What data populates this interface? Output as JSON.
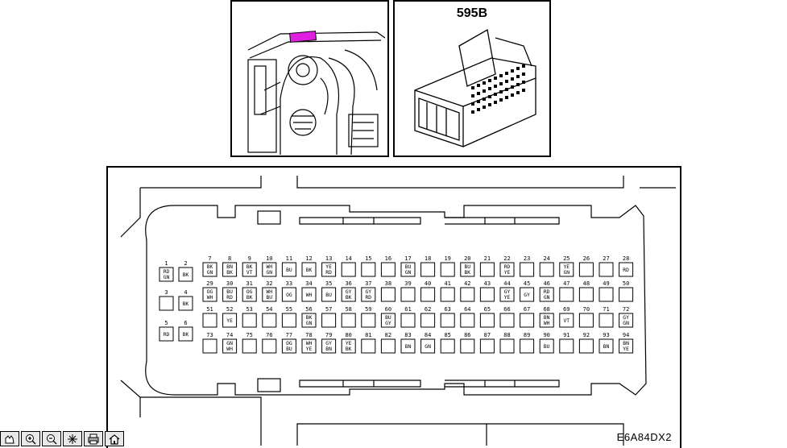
{
  "connector": {
    "title": "595B",
    "diagram_id": "E6A84DX2"
  },
  "pins": [
    {
      "n": "1",
      "c1": "RD",
      "c2": "GN"
    },
    {
      "n": "2",
      "c1": "BK",
      "c2": ""
    },
    {
      "n": "3",
      "c1": "",
      "c2": ""
    },
    {
      "n": "4",
      "c1": "BK",
      "c2": ""
    },
    {
      "n": "5",
      "c1": "RD",
      "c2": ""
    },
    {
      "n": "6",
      "c1": "BK",
      "c2": ""
    },
    {
      "n": "7",
      "c1": "BK",
      "c2": "GN"
    },
    {
      "n": "8",
      "c1": "BN",
      "c2": "BK"
    },
    {
      "n": "9",
      "c1": "BK",
      "c2": "VT"
    },
    {
      "n": "10",
      "c1": "WH",
      "c2": "GN"
    },
    {
      "n": "11",
      "c1": "BU",
      "c2": ""
    },
    {
      "n": "12",
      "c1": "BK",
      "c2": ""
    },
    {
      "n": "13",
      "c1": "YE",
      "c2": "RD"
    },
    {
      "n": "14",
      "c1": "",
      "c2": ""
    },
    {
      "n": "15",
      "c1": "",
      "c2": ""
    },
    {
      "n": "16",
      "c1": "",
      "c2": ""
    },
    {
      "n": "17",
      "c1": "BU",
      "c2": "GN"
    },
    {
      "n": "18",
      "c1": "",
      "c2": ""
    },
    {
      "n": "19",
      "c1": "",
      "c2": ""
    },
    {
      "n": "20",
      "c1": "BU",
      "c2": "BK"
    },
    {
      "n": "21",
      "c1": "",
      "c2": ""
    },
    {
      "n": "22",
      "c1": "RD",
      "c2": "YE"
    },
    {
      "n": "23",
      "c1": "",
      "c2": ""
    },
    {
      "n": "24",
      "c1": "",
      "c2": ""
    },
    {
      "n": "25",
      "c1": "YE",
      "c2": "GN"
    },
    {
      "n": "26",
      "c1": "",
      "c2": ""
    },
    {
      "n": "27",
      "c1": "",
      "c2": ""
    },
    {
      "n": "28",
      "c1": "RD",
      "c2": ""
    },
    {
      "n": "29",
      "c1": "OG",
      "c2": "WH"
    },
    {
      "n": "30",
      "c1": "BU",
      "c2": "RD"
    },
    {
      "n": "31",
      "c1": "OG",
      "c2": "BK"
    },
    {
      "n": "32",
      "c1": "WH",
      "c2": "BU"
    },
    {
      "n": "33",
      "c1": "OG",
      "c2": ""
    },
    {
      "n": "34",
      "c1": "WH",
      "c2": ""
    },
    {
      "n": "35",
      "c1": "BU",
      "c2": ""
    },
    {
      "n": "36",
      "c1": "GY",
      "c2": "BK"
    },
    {
      "n": "37",
      "c1": "GY",
      "c2": "RD"
    },
    {
      "n": "38",
      "c1": "",
      "c2": ""
    },
    {
      "n": "39",
      "c1": "",
      "c2": ""
    },
    {
      "n": "40",
      "c1": "",
      "c2": ""
    },
    {
      "n": "41",
      "c1": "",
      "c2": ""
    },
    {
      "n": "42",
      "c1": "",
      "c2": ""
    },
    {
      "n": "43",
      "c1": "",
      "c2": ""
    },
    {
      "n": "44",
      "c1": "GY",
      "c2": "YE"
    },
    {
      "n": "45",
      "c1": "GY",
      "c2": ""
    },
    {
      "n": "46",
      "c1": "RD",
      "c2": "GN"
    },
    {
      "n": "47",
      "c1": "",
      "c2": ""
    },
    {
      "n": "48",
      "c1": "",
      "c2": ""
    },
    {
      "n": "49",
      "c1": "",
      "c2": ""
    },
    {
      "n": "50",
      "c1": "",
      "c2": ""
    },
    {
      "n": "51",
      "c1": "",
      "c2": ""
    },
    {
      "n": "52",
      "c1": "YE",
      "c2": ""
    },
    {
      "n": "53",
      "c1": "",
      "c2": ""
    },
    {
      "n": "54",
      "c1": "",
      "c2": ""
    },
    {
      "n": "55",
      "c1": "",
      "c2": ""
    },
    {
      "n": "56",
      "c1": "BK",
      "c2": "GN"
    },
    {
      "n": "57",
      "c1": "",
      "c2": ""
    },
    {
      "n": "58",
      "c1": "",
      "c2": ""
    },
    {
      "n": "59",
      "c1": "",
      "c2": ""
    },
    {
      "n": "60",
      "c1": "BU",
      "c2": "GY"
    },
    {
      "n": "61",
      "c1": "",
      "c2": ""
    },
    {
      "n": "62",
      "c1": "",
      "c2": ""
    },
    {
      "n": "63",
      "c1": "",
      "c2": ""
    },
    {
      "n": "64",
      "c1": "",
      "c2": ""
    },
    {
      "n": "65",
      "c1": "",
      "c2": ""
    },
    {
      "n": "66",
      "c1": "",
      "c2": ""
    },
    {
      "n": "67",
      "c1": "",
      "c2": ""
    },
    {
      "n": "68",
      "c1": "BN",
      "c2": "WH"
    },
    {
      "n": "69",
      "c1": "VT",
      "c2": ""
    },
    {
      "n": "70",
      "c1": "",
      "c2": ""
    },
    {
      "n": "71",
      "c1": "",
      "c2": ""
    },
    {
      "n": "72",
      "c1": "GY",
      "c2": "GN"
    },
    {
      "n": "73",
      "c1": "",
      "c2": ""
    },
    {
      "n": "74",
      "c1": "GN",
      "c2": "WH"
    },
    {
      "n": "75",
      "c1": "",
      "c2": ""
    },
    {
      "n": "76",
      "c1": "",
      "c2": ""
    },
    {
      "n": "77",
      "c1": "OG",
      "c2": "BU"
    },
    {
      "n": "78",
      "c1": "WH",
      "c2": "YE"
    },
    {
      "n": "79",
      "c1": "GY",
      "c2": "BN"
    },
    {
      "n": "80",
      "c1": "YE",
      "c2": "BK"
    },
    {
      "n": "81",
      "c1": "",
      "c2": ""
    },
    {
      "n": "82",
      "c1": "",
      "c2": ""
    },
    {
      "n": "83",
      "c1": "BN",
      "c2": ""
    },
    {
      "n": "84",
      "c1": "GN",
      "c2": ""
    },
    {
      "n": "85",
      "c1": "",
      "c2": ""
    },
    {
      "n": "86",
      "c1": "",
      "c2": ""
    },
    {
      "n": "87",
      "c1": "",
      "c2": ""
    },
    {
      "n": "88",
      "c1": "",
      "c2": ""
    },
    {
      "n": "89",
      "c1": "",
      "c2": ""
    },
    {
      "n": "90",
      "c1": "BU",
      "c2": ""
    },
    {
      "n": "91",
      "c1": "",
      "c2": ""
    },
    {
      "n": "92",
      "c1": "",
      "c2": ""
    },
    {
      "n": "93",
      "c1": "BN",
      "c2": ""
    },
    {
      "n": "94",
      "c1": "BN",
      "c2": "YE"
    }
  ],
  "toolbar": [
    {
      "name": "pan-hand-icon"
    },
    {
      "name": "zoom-in-icon"
    },
    {
      "name": "zoom-out-icon"
    },
    {
      "name": "select-pointer-icon"
    },
    {
      "name": "print-icon"
    },
    {
      "name": "home-icon"
    }
  ],
  "colors": {
    "highlight": "#e020e0",
    "line": "#000000",
    "toolbar_bg": "#e8e8e8"
  }
}
